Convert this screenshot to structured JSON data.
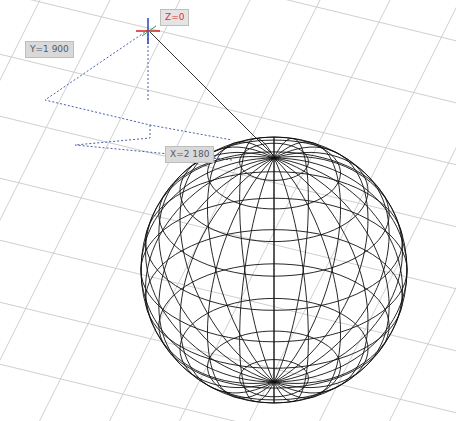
{
  "diagram": {
    "labels": [
      "Y=1 900",
      "X=2 180",
      "Z=0"
    ]
  }
}
